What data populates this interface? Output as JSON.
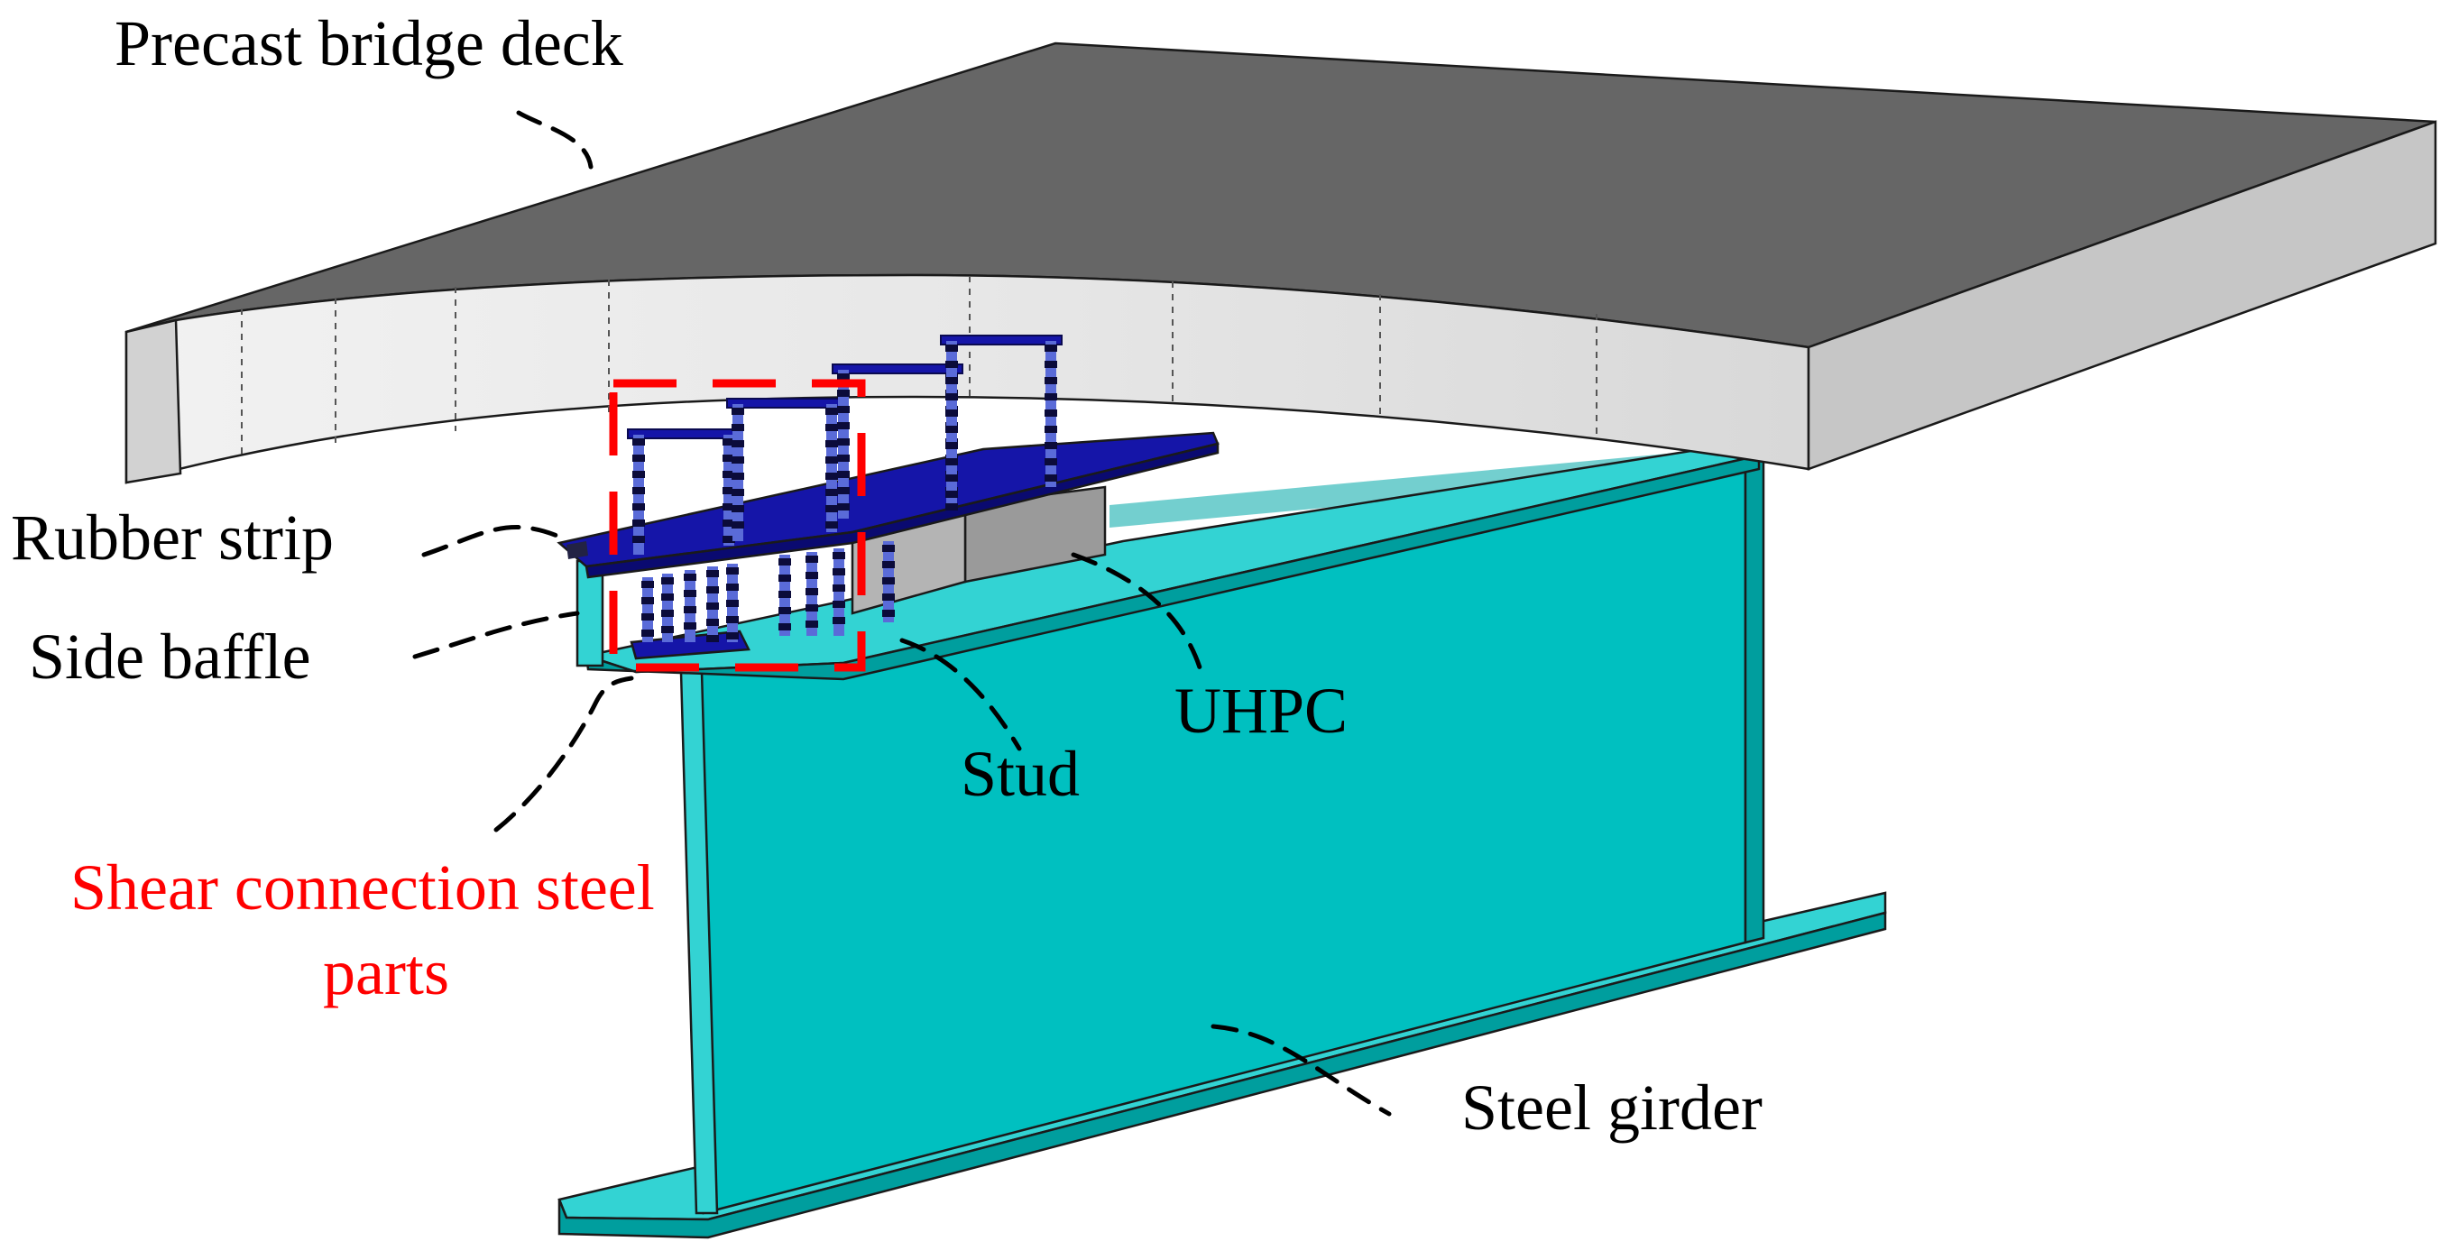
{
  "labels": {
    "precast_bridge_deck": "Precast bridge deck",
    "rubber_strip": "Rubber strip",
    "side_baffle": "Side baffle",
    "shear_connection_line1": "Shear connection steel",
    "shear_connection_line2": "parts",
    "stud": "Stud",
    "uhpc": "UHPC",
    "steel_girder": "Steel girder"
  },
  "colors": {
    "deck_top": "#666666",
    "deck_face": "#e9e9e9",
    "deck_side": "#c6c6c6",
    "girder_web": "#00c0c0",
    "girder_flange_top": "#33d3d3",
    "girder_flange_edge": "#009e9e",
    "shear_plate": "#1515a8",
    "uhpc": "#9a9a9a",
    "highlight": "#ff0000"
  }
}
